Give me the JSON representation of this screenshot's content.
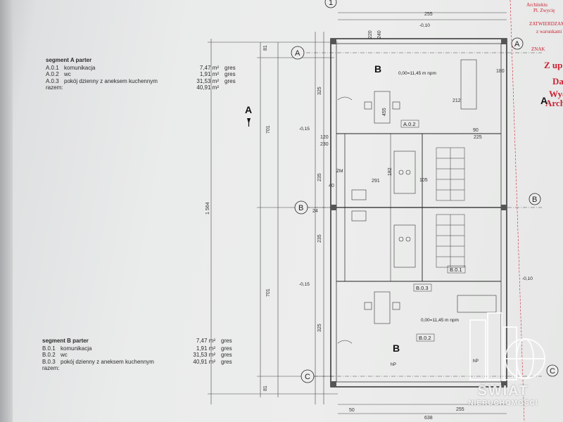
{
  "segment_a": {
    "title": "segment A parter",
    "rooms": [
      {
        "code": "A.0.1",
        "name": "komunikacja",
        "area": "7,47 m²",
        "material": "gres"
      },
      {
        "code": "A.0.2",
        "name": "wc",
        "area": "1,91 m²",
        "material": "gres"
      },
      {
        "code": "A.0.3",
        "name": "pokój dzienny z aneksem kuchennym",
        "area": "31,53 m²",
        "material": "gres"
      }
    ],
    "total_label": "razem:",
    "total_area": "40,91 m²"
  },
  "segment_b": {
    "title": "segment B parter",
    "header_area": "7,47 m²",
    "header_material": "gres",
    "rooms": [
      {
        "code": "B.0.1",
        "name": "komunikacja",
        "area": "1,91 m²",
        "material": "gres"
      },
      {
        "code": "B.0.2",
        "name": "wc",
        "area": "31,53 m²",
        "material": "gres"
      },
      {
        "code": "B.0.3",
        "name": "pokój dzienny z aneksem kuchennym",
        "area": "40,91 m²",
        "material": "gres"
      }
    ],
    "total_label": "razem:"
  },
  "drawing": {
    "axes": {
      "a": "A",
      "b": "B",
      "c": "C",
      "one": "1"
    },
    "section_a": "A",
    "section_b": "B",
    "overall_dim": "1 564",
    "dim_701_top": "701",
    "dim_701_bottom": "701",
    "dim_81_top": "81",
    "dim_81_bottom": "81",
    "dim_325_top": "325",
    "dim_325_bottom": "325",
    "dim_235_top": "235",
    "dim_235_bottom": "235",
    "dim_40": "40",
    "dim_24": "24",
    "dim_638": "638",
    "dim_255_top": "255",
    "dim_255_bottom": "255",
    "dim_240": "240",
    "dim_220": "220",
    "dim_120": "120",
    "dim_230": "230",
    "dim_291": "291",
    "dim_212": "212",
    "dim_180": "180",
    "dim_455": "455",
    "dim_225": "225",
    "dim_90": "90",
    "dim_50": "50",
    "dim_182": "182",
    "dim_105": "105",
    "level_a": "0,00=11,45 m npm",
    "level_b": "0,00=11,45 m npm",
    "level_m015": "-0,15",
    "level_m010": "-0,10",
    "room_a02": "A.0.2",
    "room_b01": "B.0.1",
    "room_b02": "B.0.2",
    "room_b03": "B.0.3",
    "hp": "hP",
    "zm": "ZM"
  },
  "stamp": {
    "line1": "Architektu",
    "line2": "Pl. Zwycię",
    "line3": "ZATWIERDZAM",
    "line4": "z warunkami z",
    "line5": "ZNAK",
    "big1": "Z up",
    "big2": "Da",
    "big3": "Wyd",
    "big4": "Archit"
  },
  "watermark": {
    "line1": "ŚWIAT",
    "line2": "NIERUCHOMOŚCI"
  }
}
